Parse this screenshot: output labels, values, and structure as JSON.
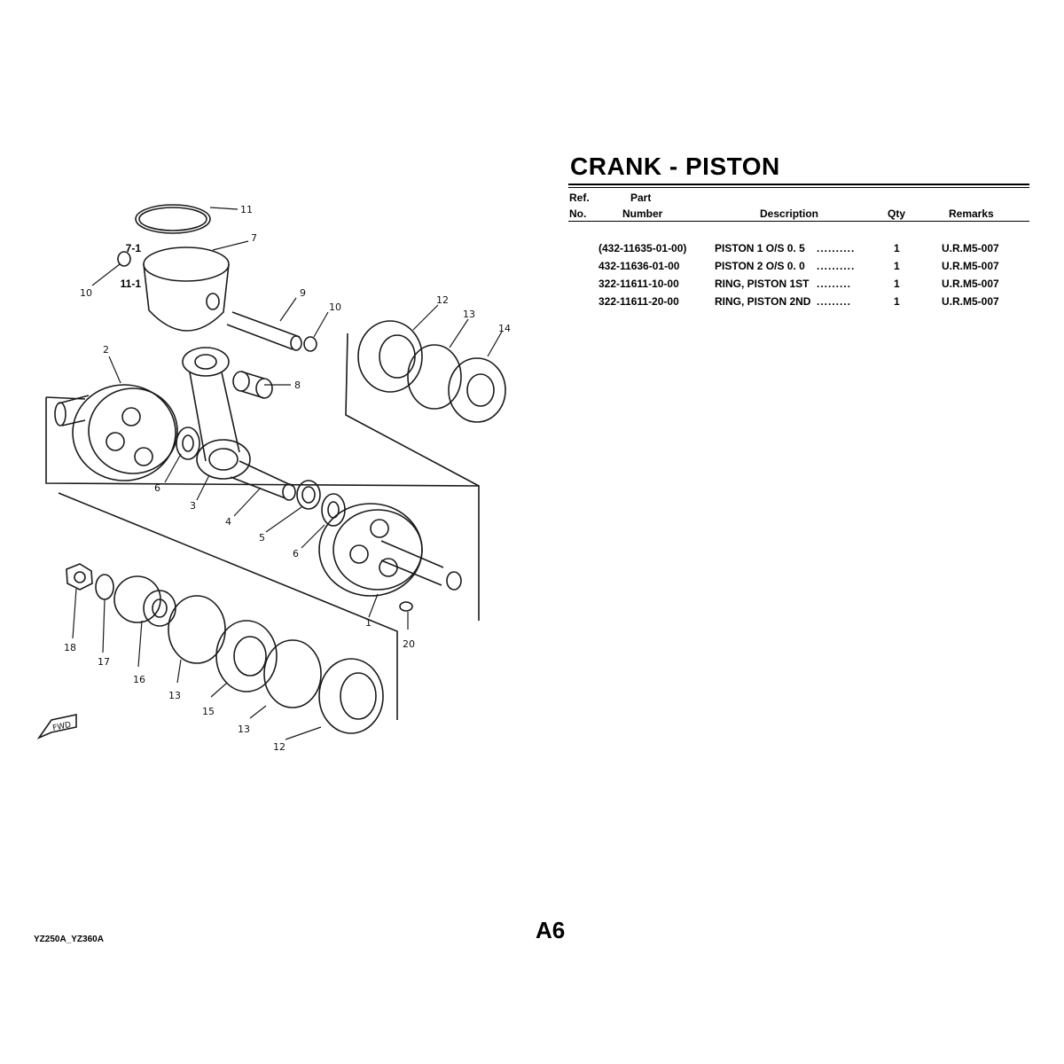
{
  "title": "CRANK - PISTON",
  "headers": {
    "ref_line1": "Ref.",
    "ref_line2": "No.",
    "part_line1": "Part",
    "part_line2": "Number",
    "description": "Description",
    "qty": "Qty",
    "remarks": "Remarks"
  },
  "rows": [
    {
      "ref": "7-1",
      "part": "(432-11635-01-00)",
      "description": "PISTON 1 O/S 0. 5",
      "dots": "..........",
      "qty": "1",
      "remarks": "U.R.M5-007"
    },
    {
      "ref": "",
      "part": "432-11636-01-00",
      "description": "PISTON 2 O/S 0. 0",
      "dots": "..........",
      "qty": "1",
      "remarks": "U.R.M5-007"
    },
    {
      "ref": "11-1",
      "part": "322-11611-10-00",
      "description": "RING, PISTON 1ST",
      "dots": ".........",
      "qty": "1",
      "remarks": "U.R.M5-007"
    },
    {
      "ref": "",
      "part": "322-11611-20-00",
      "description": "RING, PISTON 2ND",
      "dots": ".........",
      "qty": "1",
      "remarks": "U.R.M5-007"
    }
  ],
  "diagram": {
    "callouts": [
      "1",
      "2",
      "3",
      "4",
      "5",
      "6",
      "6",
      "7",
      "8",
      "9",
      "10",
      "10",
      "11",
      "12",
      "12",
      "13",
      "13",
      "13",
      "14",
      "15",
      "16",
      "17",
      "18",
      "20"
    ],
    "fwd_label": "FWD"
  },
  "page_number": "A6",
  "model_code": "YZ250A_YZ360A"
}
